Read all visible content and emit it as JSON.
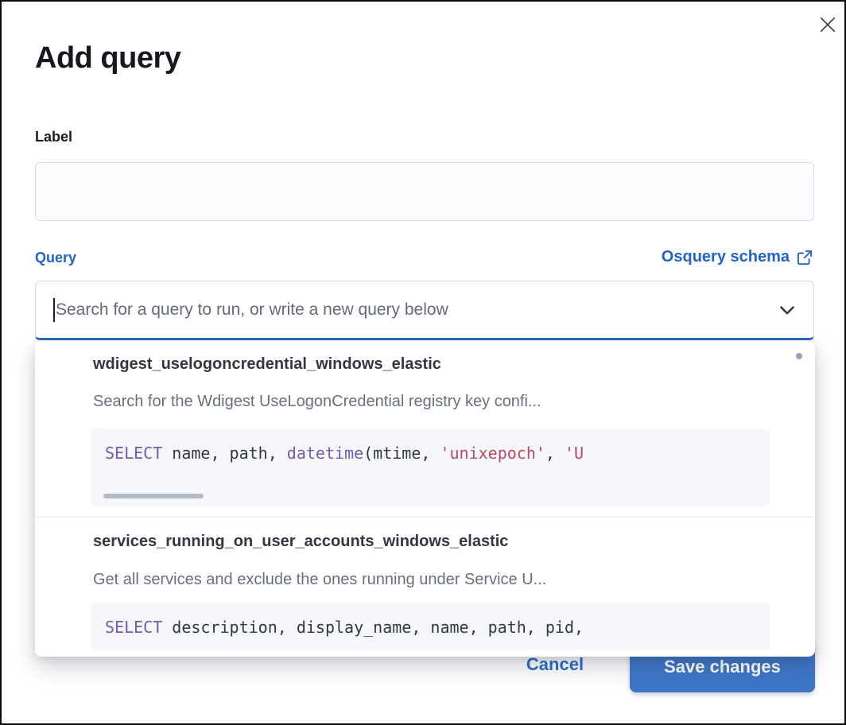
{
  "modal": {
    "title": "Add query"
  },
  "icons": {
    "close": "✕",
    "external_link": "↗",
    "chevron_down": "⌄",
    "vertical_scroll_thumb": "dot",
    "horizontal_scroll_thumb": "bar"
  },
  "fields": {
    "label": {
      "label": "Label",
      "value": "",
      "placeholder": ""
    },
    "query": {
      "label": "Query",
      "schema_link_label": "Osquery schema",
      "placeholder": "Search for a query to run, or write a new query below",
      "value": ""
    }
  },
  "dropdown": {
    "items": [
      {
        "title": "wdigest_uselogoncredential_windows_elastic",
        "description": "Search for the Wdigest UseLogonCredential registry key confi...",
        "sql_tokens": [
          {
            "text": "SELECT",
            "type": "keyword"
          },
          {
            "text": " name, path, ",
            "type": "plain"
          },
          {
            "text": "datetime",
            "type": "keyword"
          },
          {
            "text": "(mtime, ",
            "type": "plain"
          },
          {
            "text": "'unixepoch'",
            "type": "string"
          },
          {
            "text": ", ",
            "type": "plain"
          },
          {
            "text": "'U",
            "type": "string"
          }
        ]
      },
      {
        "title": "services_running_on_user_accounts_windows_elastic",
        "description": "Get all services and exclude the ones running under Service U...",
        "sql_tokens": [
          {
            "text": "SELECT",
            "type": "keyword"
          },
          {
            "text": " description, display_name, name, path, pid,",
            "type": "plain"
          }
        ]
      }
    ]
  },
  "footer": {
    "cancel_label": "Cancel",
    "save_label": "Save changes"
  },
  "colors": {
    "primary_link_blue": "#2363c4",
    "focus_underline_blue": "#2f6ac2",
    "save_button_blue": "#3d76c7",
    "keyword_purple": "#765ba8",
    "string_rose": "#b94960",
    "text_dark": "#343741",
    "text_gray": "#69707d",
    "border_gray": "#d3dae6",
    "code_background": "#f5f7fa"
  }
}
